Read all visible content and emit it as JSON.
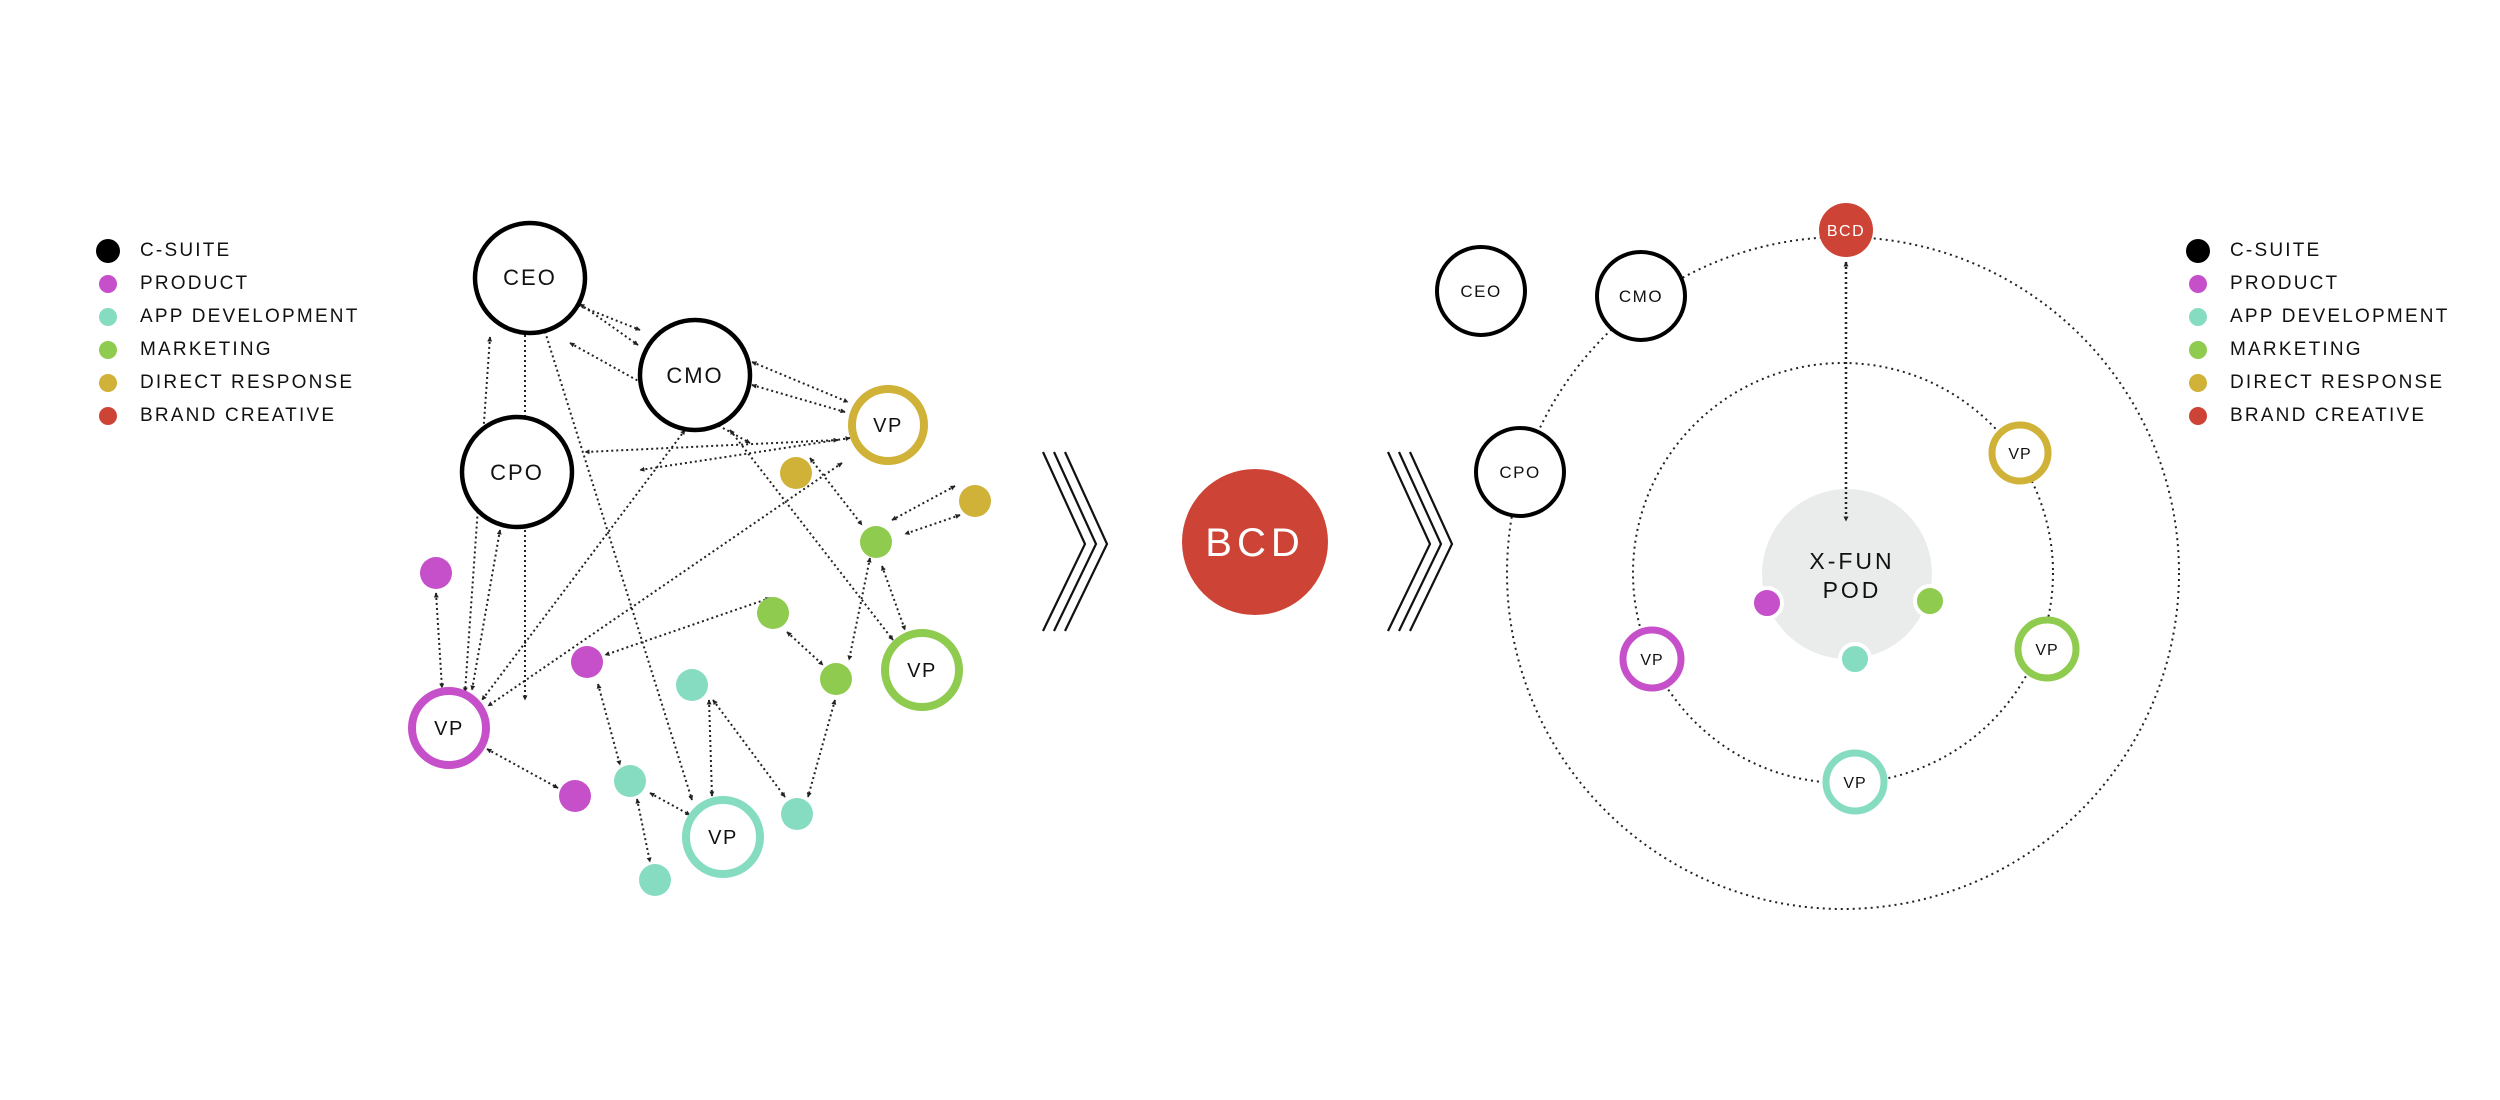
{
  "colors": {
    "csuite": "#000000",
    "product": "#c64fca",
    "appdev": "#86dcc1",
    "marketing": "#8ecb4e",
    "direct": "#cfb237",
    "brand": "#cd4437",
    "pod": "#eaebeb",
    "line": "#222222"
  },
  "legend": [
    {
      "key": "csuite",
      "label": "C-SUITE"
    },
    {
      "key": "product",
      "label": "PRODUCT"
    },
    {
      "key": "appdev",
      "label": "APP DEVELOPMENT"
    },
    {
      "key": "marketing",
      "label": "MARKETING"
    },
    {
      "key": "direct",
      "label": "DIRECT RESPONSE"
    },
    {
      "key": "brand",
      "label": "BRAND CREATIVE"
    }
  ],
  "labels": {
    "ceo": "CEO",
    "cmo": "CMO",
    "cpo": "CPO",
    "vp": "VP",
    "bcd": "BCD",
    "pod_line1": "X-FUN",
    "pod_line2": "POD"
  }
}
